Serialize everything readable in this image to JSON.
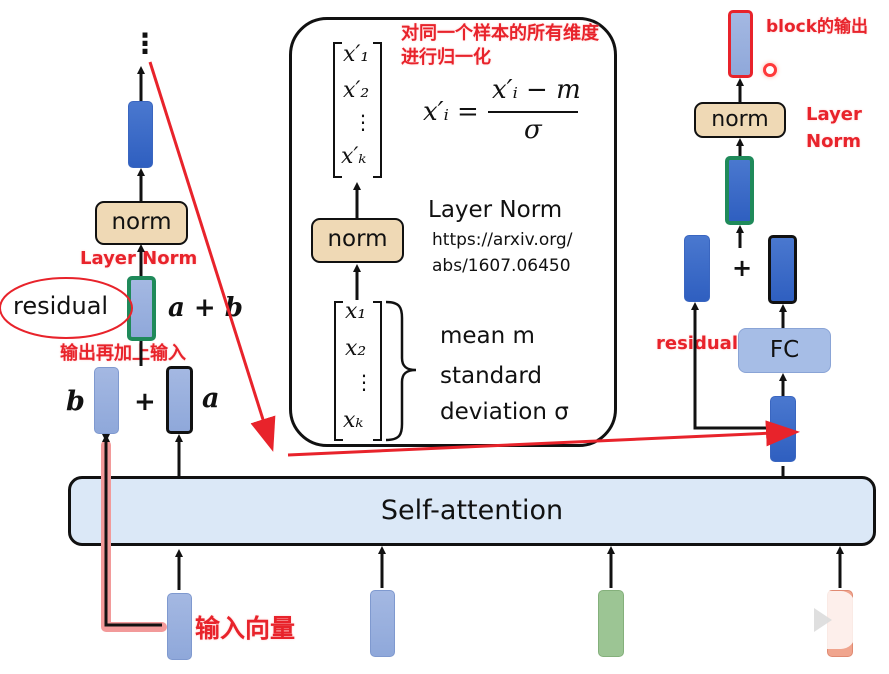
{
  "left_block": {
    "ellipsis": "⋮",
    "norm_label": "norm",
    "layer_norm_annotation": "Layer Norm",
    "residual_label": "residual",
    "sum_label": "a + b",
    "annotation_output_plus_input": "输出再加上输入",
    "b_label": "b",
    "plus": "+",
    "a_label": "a"
  },
  "center_panel": {
    "annotation_line1": "对同一个样本的所有维度",
    "annotation_line2": "进行归一化",
    "output_vector": [
      "x′₁",
      "x′₂",
      "⋮",
      "x′ₖ"
    ],
    "formula_lhs": "x′ᵢ =",
    "formula_numerator": "x′ᵢ − m",
    "formula_denominator": "σ",
    "norm_label": "norm",
    "title": "Layer Norm",
    "link_line1": "https://arxiv.org/",
    "link_line2": "abs/1607.06450",
    "input_vector": [
      "x₁",
      "x₂",
      "⋮",
      "xₖ"
    ],
    "mean_label": "mean m",
    "std_line1": "standard",
    "std_line2": "deviation σ"
  },
  "right_block": {
    "annotation_block_output": "block的输出",
    "norm_label": "norm",
    "layer_norm_annotation_line1": "Layer",
    "layer_norm_annotation_line2": "Norm",
    "plus": "+",
    "residual_annotation": "residual",
    "fc_label": "FC"
  },
  "self_attention": {
    "label": "Self-attention"
  },
  "inputs": {
    "annotation_input_vector": "输入向量"
  },
  "colors": {
    "annotation_red": "#e8232b",
    "norm_fill": "#efd9b5",
    "attention_fill": "#dce9f7",
    "residual_green": "#1f8a5a",
    "vector_dark": "#3566c6",
    "vector_light": "#98aee0"
  }
}
